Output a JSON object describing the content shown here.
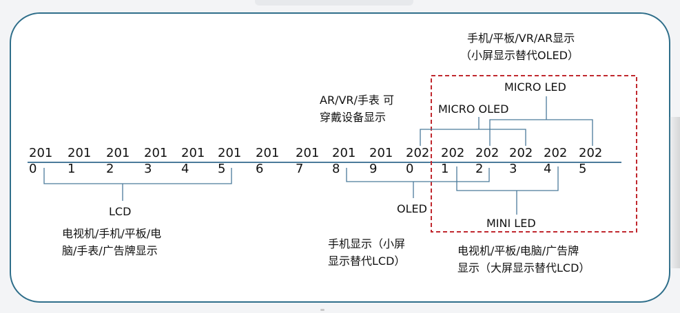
{
  "timeline": {
    "year_prefixes": [
      "201",
      "201",
      "201",
      "201",
      "201",
      "201",
      "201",
      "201",
      "201",
      "201",
      "202",
      "202",
      "202",
      "202",
      "202",
      "202"
    ],
    "year_digits": [
      "0",
      "1",
      "2",
      "3",
      "4",
      "5",
      "6",
      "7",
      "8",
      "9",
      "0",
      "1",
      "2",
      "3",
      "4",
      "5"
    ]
  },
  "labels": {
    "lcd": "LCD",
    "lcd_desc_line1": "电视机/手机/平板/电",
    "lcd_desc_line2": "脑/手表/广告牌显示",
    "oled": "OLED",
    "oled_desc_line1": "手机显示（小屏",
    "oled_desc_line2": "显示替代LCD）",
    "wearable_line1": "AR/VR/手表 可",
    "wearable_line2": "穿戴设备显示",
    "micro_oled": "MICRO OLED",
    "micro_led": "MICRO LED",
    "micro_desc_line1": "手机/平板/VR/AR显示",
    "micro_desc_line2": "（小屏显示替代OLED）",
    "mini_led": "MINI  LED",
    "mini_desc_line1": "电视机/平板/电脑/广告牌",
    "mini_desc_line2": "显示（大屏显示替代LCD）"
  },
  "colors": {
    "frame_border": "#2e6e8a",
    "connector": "#4a7a9a",
    "highlight_box": "#c0272d"
  }
}
